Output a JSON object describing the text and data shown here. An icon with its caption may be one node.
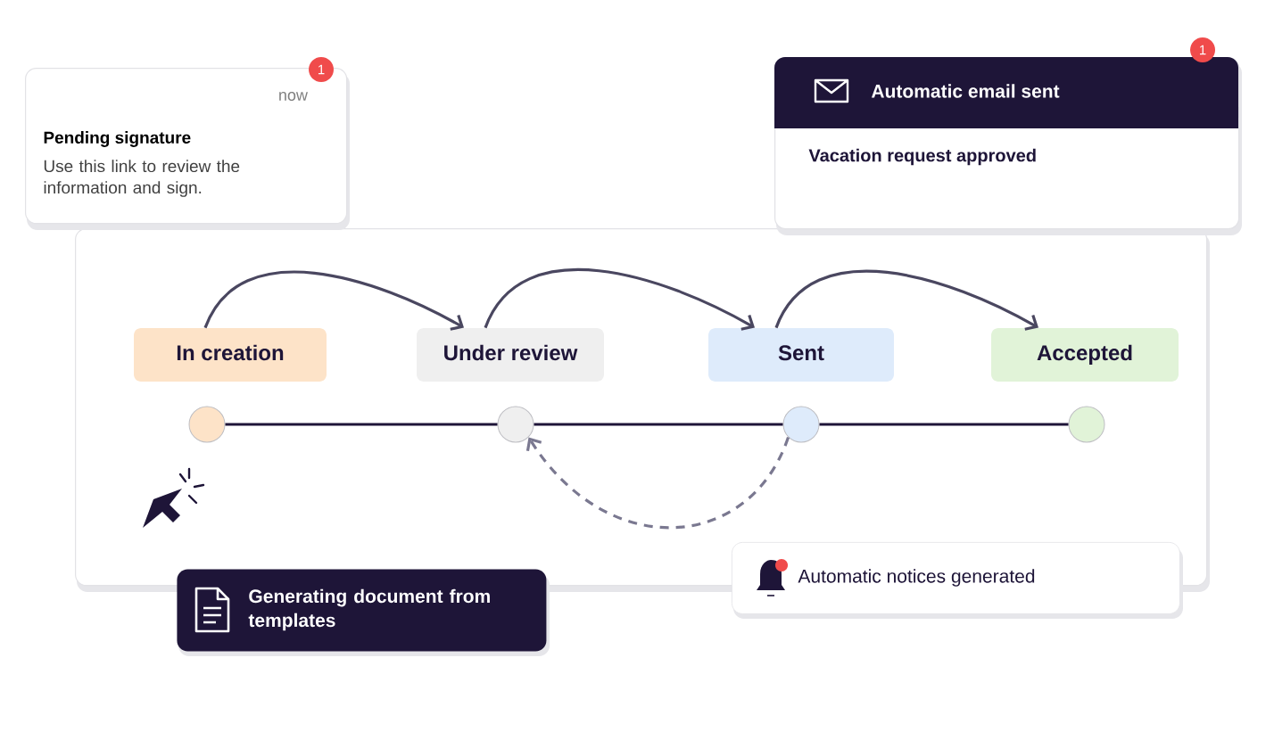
{
  "diagram": {
    "nodes": [
      {
        "text": [
          "now",
          "Pending signature",
          "Use this link to review the information and sign."
        ],
        "beside": [
          "1"
        ]
      },
      {
        "text": [
          "Automatic email sent",
          "Vacation request approved"
        ],
        "beside": [
          "1"
        ]
      },
      {
        "text": [],
        "shape": "box"
      },
      {
        "text": [
          "In creation"
        ],
        "in": 2
      },
      {
        "text": [
          "Under review"
        ],
        "in": 2
      },
      {
        "text": [
          "Sent"
        ],
        "in": 2
      },
      {
        "text": [
          "Accepted"
        ],
        "in": 2
      },
      {
        "text": [],
        "shape": "circle",
        "in": 2
      },
      {
        "text": [],
        "shape": "circle",
        "in": 2
      },
      {
        "text": [],
        "shape": "circle",
        "in": 2
      },
      {
        "text": [],
        "shape": "circle",
        "in": 2
      },
      {
        "text": [
          "Generating document from templates"
        ]
      },
      {
        "text": [
          "Automatic notices generated"
        ]
      }
    ],
    "edges": [
      {
        "from": 3,
        "to": 4,
        "arrow": "to",
        "color": "#4a4760"
      },
      {
        "from": 4,
        "to": 5,
        "arrow": "to",
        "color": "#4a4760"
      },
      {
        "from": 5,
        "to": 6,
        "arrow": "to",
        "color": "#4a4760"
      },
      {
        "from": 7,
        "to": 8,
        "arrow": "none"
      },
      {
        "from": 8,
        "to": 9,
        "arrow": "none"
      },
      {
        "from": 9,
        "to": 10,
        "arrow": "none"
      },
      {
        "from": 9,
        "to": 8,
        "arrow": "to",
        "style": "dashed",
        "color": "#7a7890"
      }
    ]
  }
}
